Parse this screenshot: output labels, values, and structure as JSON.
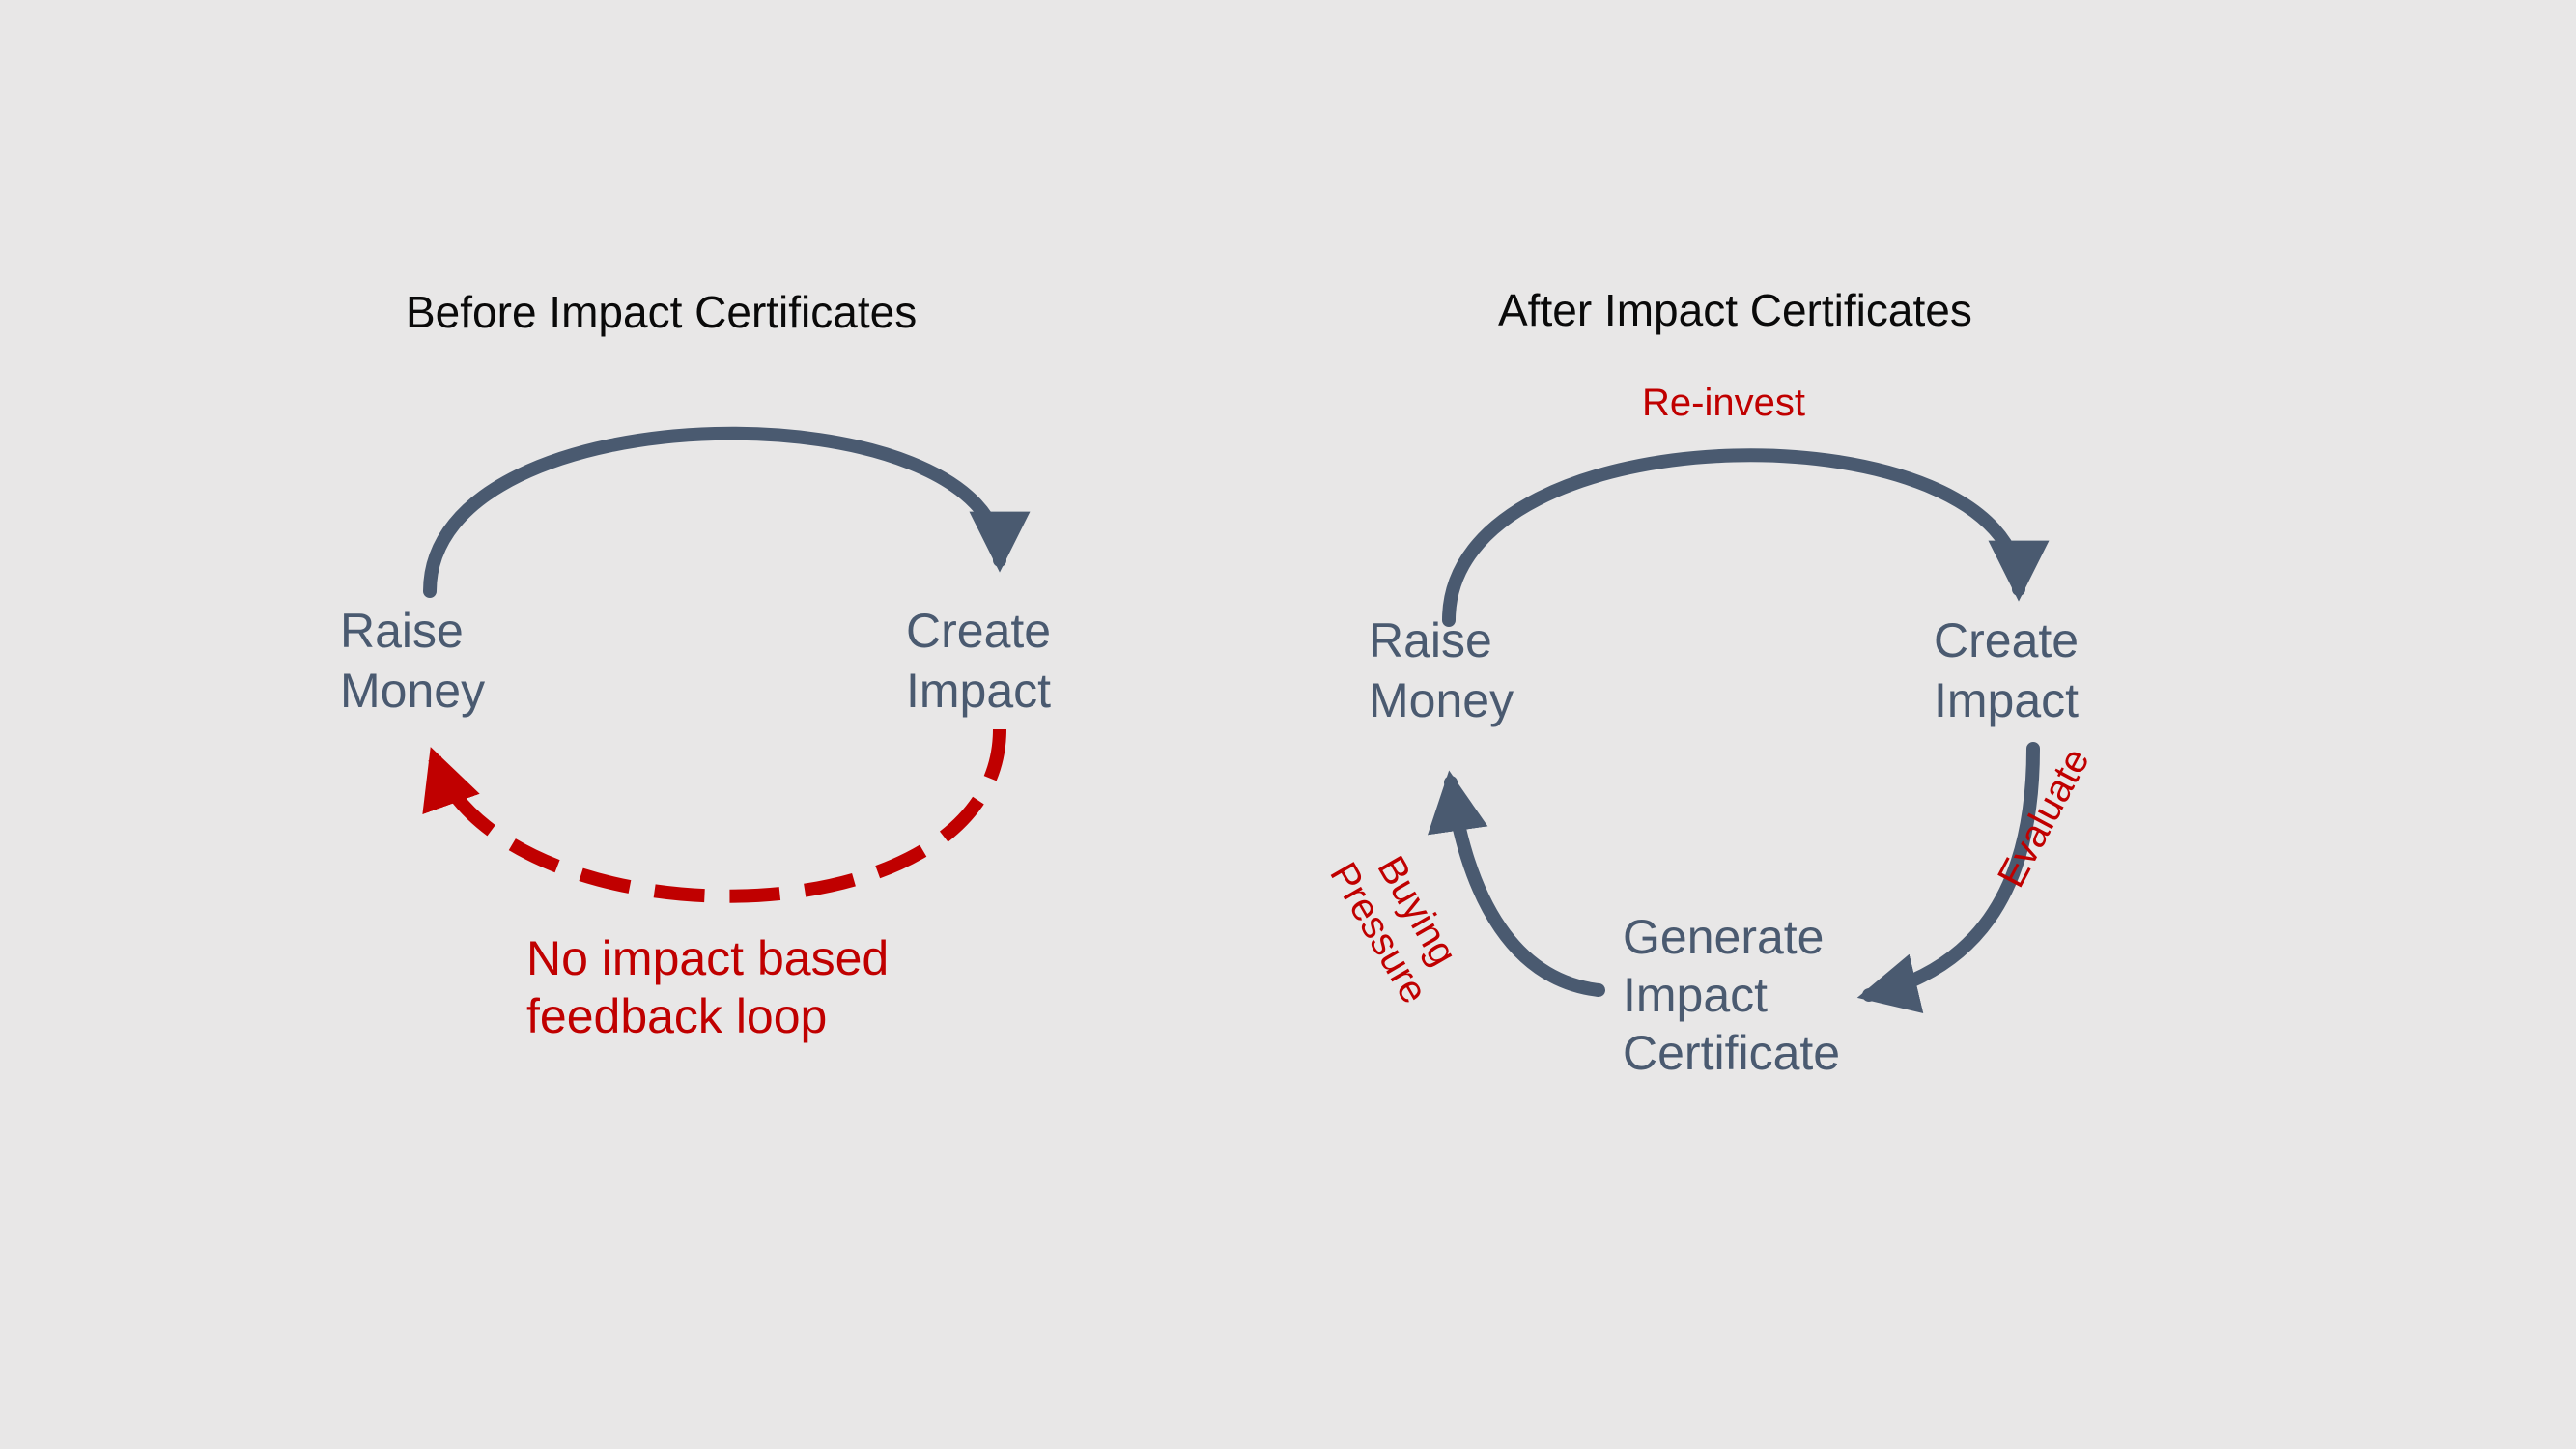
{
  "before": {
    "title": "Before Impact Certificates",
    "node_raise": [
      "Raise",
      "Money"
    ],
    "node_create": [
      "Create",
      "Impact"
    ],
    "missing_loop_label": [
      "No impact based",
      "feedback loop"
    ]
  },
  "after": {
    "title": "After Impact Certificates",
    "node_raise": [
      "Raise",
      "Money"
    ],
    "node_create": [
      "Create",
      "Impact"
    ],
    "node_generate": [
      "Generate",
      "Impact",
      "Certificate"
    ],
    "edge_reinvest": "Re-invest",
    "edge_evaluate": "Evaluate",
    "edge_buying": [
      "Buying",
      "Pressure"
    ]
  },
  "colors": {
    "arrow_blue": "#4a5a70",
    "accent_red": "#c00000",
    "background": "#e8e7e7",
    "title_text": "#0a0a0a"
  }
}
